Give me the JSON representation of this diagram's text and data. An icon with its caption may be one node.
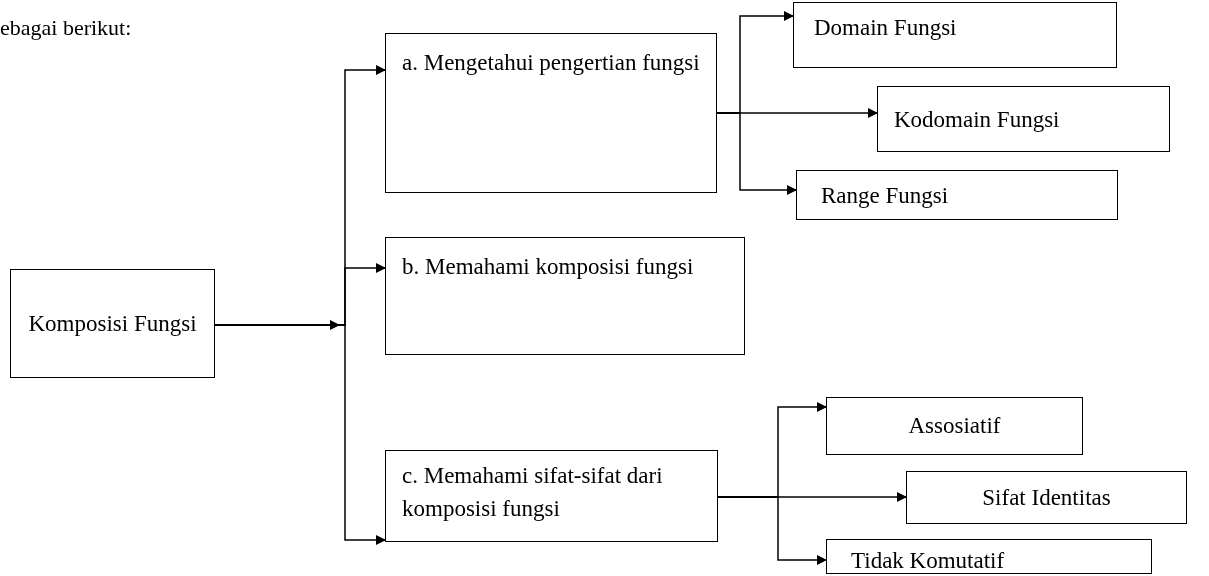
{
  "diagram": {
    "nodes": [
      {
        "text": [
          "Komposisi Fungsi"
        ]
      },
      {
        "text": [
          "a. Mengetahui pengertian fungsi"
        ]
      },
      {
        "text": [
          "b. Memahami komposisi fungsi"
        ]
      },
      {
        "text": [
          "c. Memahami sifat-sifat dari komposisi fungsi"
        ]
      },
      {
        "text": [
          "Domain Fungsi"
        ]
      },
      {
        "text": [
          "Kodomain Fungsi"
        ]
      },
      {
        "text": [
          "Range Fungsi"
        ]
      },
      {
        "text": [
          "Assosiatif"
        ]
      },
      {
        "text": [
          "Sifat Identitas"
        ]
      },
      {
        "text": [
          "Tidak Komutatif"
        ]
      }
    ],
    "edges": [
      {
        "from": 0,
        "to": 1,
        "arrow": "to"
      },
      {
        "from": 0,
        "to": 2,
        "arrow": "to"
      },
      {
        "from": 0,
        "to": 3,
        "arrow": "to"
      },
      {
        "from": 1,
        "to": 4,
        "arrow": "to"
      },
      {
        "from": 1,
        "to": 5,
        "arrow": "to"
      },
      {
        "from": 1,
        "to": 6,
        "arrow": "to"
      },
      {
        "from": 3,
        "to": 7,
        "arrow": "to"
      },
      {
        "from": 3,
        "to": 8,
        "arrow": "to"
      },
      {
        "from": 3,
        "to": 9,
        "arrow": "to"
      }
    ],
    "labels": [
      "ebagai berikut:"
    ]
  }
}
